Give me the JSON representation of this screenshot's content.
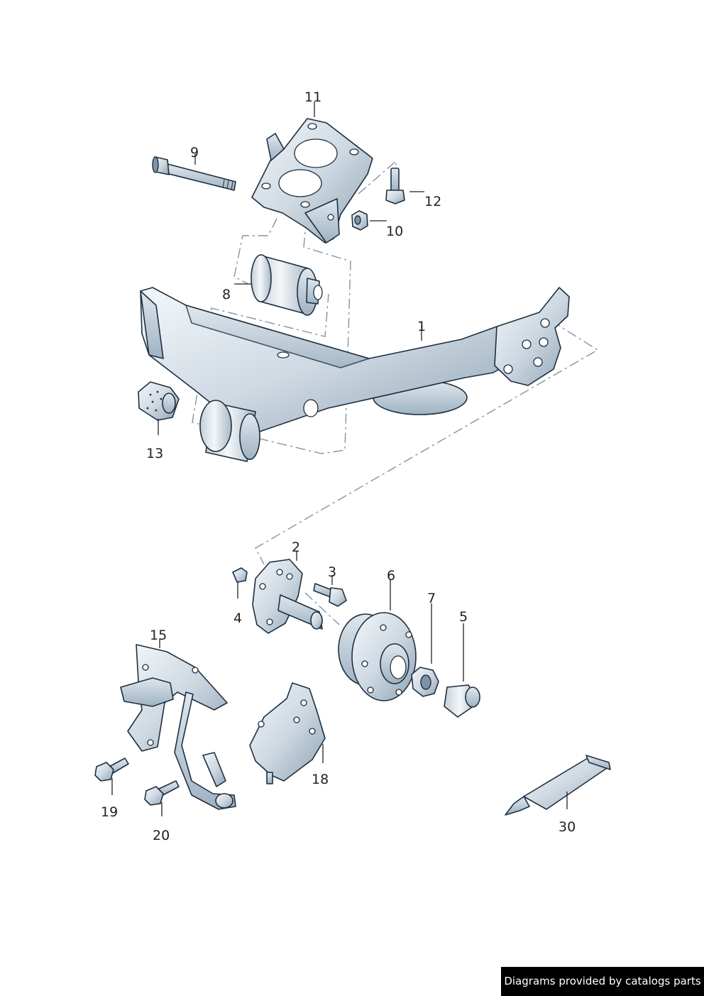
{
  "labels": {
    "p1": "1",
    "p2": "2",
    "p3": "3",
    "p4": "4",
    "p5": "5",
    "p6": "6",
    "p7": "7",
    "p8": "8",
    "p9": "9",
    "p10": "10",
    "p11": "11",
    "p12": "12",
    "p13": "13",
    "p15": "15",
    "p18": "18",
    "p19": "19",
    "p20": "20",
    "p30": "30"
  },
  "footer": {
    "credit": "Diagrams provided by catalogs parts"
  },
  "colors": {
    "metal_light": "#eef3f7",
    "metal_mid": "#c9d5df",
    "metal_dark": "#8ea3b5",
    "outline": "#1e2f3f",
    "dash": "#7f95a8"
  }
}
